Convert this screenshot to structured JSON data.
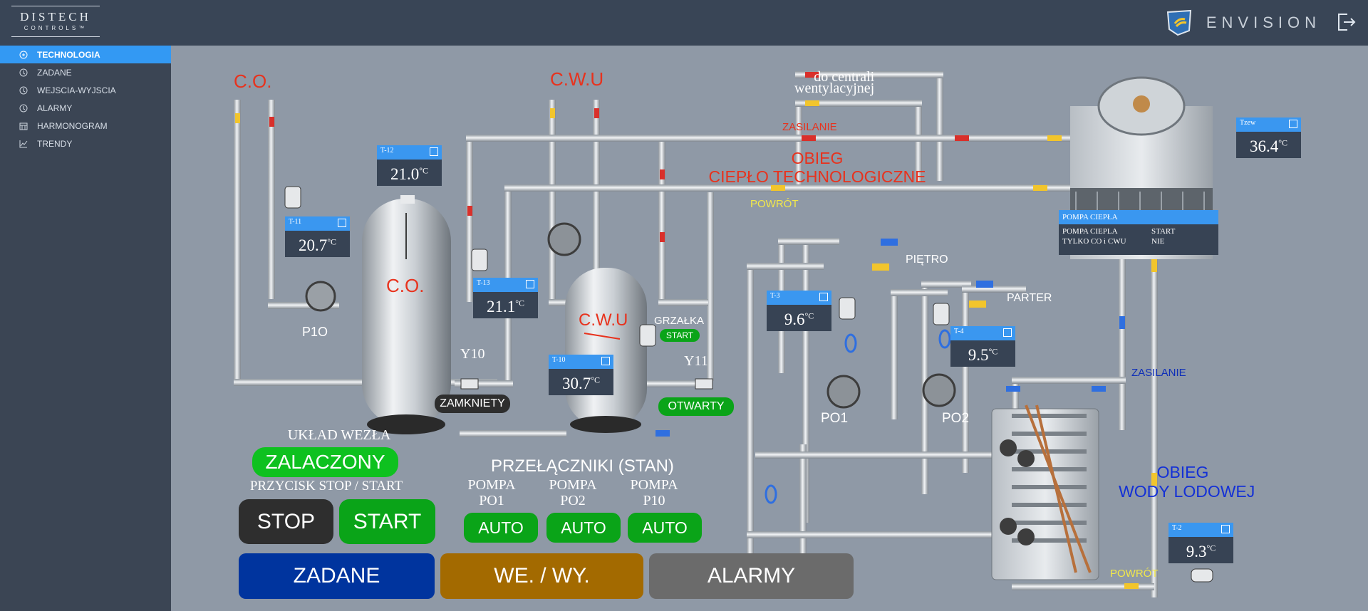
{
  "brand": {
    "logo_line1": "DISTECH",
    "logo_line2": "CONTROLS™",
    "product": "ENVISION"
  },
  "icons": {
    "logout": "logout-icon",
    "nav": [
      "circle-arrow-icon",
      "circle-arrow-icon",
      "circle-arrow-icon",
      "circle-arrow-icon",
      "calendar-grid-icon",
      "trend-chart-icon"
    ],
    "sensor": "chart-icon"
  },
  "colors": {
    "accent": "#3399f3",
    "topbar": "#394556",
    "sidebar": "#3b4554",
    "canvas": "#8f99a6",
    "red_label": "#e8321d",
    "green": "#0aa418",
    "zadane_btn": "#00349e",
    "wewy_btn": "#a36a00",
    "alarmy_btn": "#6b6b6b"
  },
  "sidebar": {
    "items": [
      {
        "label": "TECHNOLOGIA",
        "active": true
      },
      {
        "label": "ZADANE",
        "active": false
      },
      {
        "label": "WEJSCIA-WYJSCIA",
        "active": false
      },
      {
        "label": "ALARMY",
        "active": false
      },
      {
        "label": "HARMONOGRAM",
        "active": false
      },
      {
        "label": "TRENDY",
        "active": false
      }
    ]
  },
  "diagram": {
    "labels": {
      "co_top": "C.O.",
      "cwu_top": "C.W.U",
      "to_ventilation_line1": "do centrali",
      "to_ventilation_line2": "wentylacyjnej",
      "zasilanie_top": "ZASILANIE",
      "obieg_tech_line1": "OBIEG",
      "obieg_tech_line2": "CIEPŁO TECHNOLOGICZNE",
      "powrot_top": "POWRÓT",
      "co_tank": "C.O.",
      "cwu_tank": "C.W.U",
      "p10": "P1O",
      "y10": "Y10",
      "y11": "Y11",
      "grzalka": "GRZAŁKA",
      "pietro": "PIĘTRO",
      "parter": "PARTER",
      "po1": "PO1",
      "po2": "PO2",
      "zasilanie_right": "ZASILANIE",
      "obieg_wody_line1": "OBIEG",
      "obieg_wody_line2": "WODY LODOWEJ",
      "powrot_bottom": "POWRÓT"
    },
    "status": {
      "y10": "ZAMKNIETY",
      "y11": "OTWARTY",
      "grzalka": "START"
    },
    "sensors": {
      "t12": {
        "name": "T-12",
        "value": "21.0",
        "unit": "°C"
      },
      "t11": {
        "name": "T-11",
        "value": "20.7",
        "unit": "°C"
      },
      "t13": {
        "name": "T-13",
        "value": "21.1",
        "unit": "°C"
      },
      "t10": {
        "name": "T-10",
        "value": "30.7",
        "unit": "°C"
      },
      "t3": {
        "name": "T-3",
        "value": "9.6",
        "unit": "°C"
      },
      "t4": {
        "name": "T-4",
        "value": "9.5",
        "unit": "°C"
      },
      "t2": {
        "name": "T-2",
        "value": "9.3",
        "unit": "°C"
      },
      "tzew": {
        "name": "Tzew",
        "value": "36.4",
        "unit": "°C"
      }
    },
    "heat_pump": {
      "title": "POMPA CIEPŁA",
      "rows": [
        {
          "label": "POMPA CIEPLA",
          "value": "START"
        },
        {
          "label": "TYLKO CO i CWU",
          "value": "NIE"
        }
      ]
    }
  },
  "controls": {
    "uklad_title": "UKŁAD WEZŁA",
    "uklad_state": "ZALACZONY",
    "stop_start_title": "PRZYCISK STOP / START",
    "stop": "STOP",
    "start": "START",
    "switches_title": "PRZEŁĄCZNIKI (STAN)",
    "pumps": [
      {
        "line1": "POMPA",
        "line2": "PO1",
        "state": "AUTO"
      },
      {
        "line1": "POMPA",
        "line2": "PO2",
        "state": "AUTO"
      },
      {
        "line1": "POMPA",
        "line2": "P10",
        "state": "AUTO"
      }
    ],
    "nav_buttons": {
      "zadane": "ZADANE",
      "wewy": "WE. / WY.",
      "alarmy": "ALARMY"
    }
  }
}
